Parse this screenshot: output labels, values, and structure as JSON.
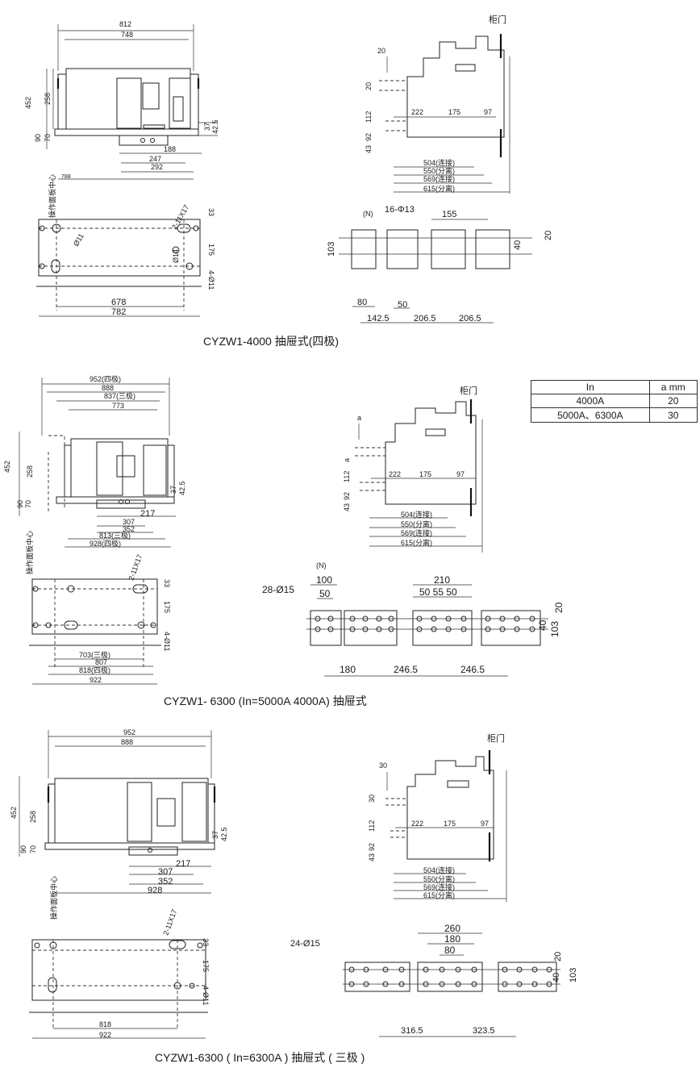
{
  "diagrams": [
    {
      "title": "CYZW1-4000   抽屉式(四极)",
      "front_view": {
        "width_overall": "812",
        "width_inner": "748",
        "height_total": "452",
        "height_upper": "258",
        "height_90": "90",
        "height_70": "70",
        "dim_37": "37",
        "dim_42_5": "42.5",
        "dim_188": "188",
        "dim_247": "247",
        "dim_292": "292",
        "dim_788": "788",
        "panel_center_label": "操作面板中心"
      },
      "mount_view": {
        "slot_label": "2-11X17",
        "hole_left": "Ø11",
        "hole_right": "Ø14",
        "dim_33": "33",
        "dim_175": "175",
        "holes_bottom": "4-Ø11",
        "width_678": "678",
        "width_782": "782"
      },
      "side_view": {
        "door_label": "柜门",
        "dim_20_top": "20",
        "dim_20_left": "20",
        "dim_112": "112",
        "dim_43": "43",
        "dim_92": "92",
        "dim_222": "222",
        "dim_175": "175",
        "dim_97": "97",
        "dim_504": "504(连接)",
        "dim_550": "550(分离)",
        "dim_569": "569(连接)",
        "dim_615": "615(分离)"
      },
      "terminal_view": {
        "neutral_label": "(N)",
        "holes_label": "16-Φ13",
        "dim_155": "155",
        "dim_20": "20",
        "dim_103": "103",
        "dim_40": "40",
        "dim_80": "80",
        "dim_50": "50",
        "dim_142_5": "142.5",
        "dim_206_5_a": "206.5",
        "dim_206_5_b": "206.5"
      }
    },
    {
      "title": "CYZW1- 6300 (In=5000A  4000A)  抽屉式",
      "front_view": {
        "width_952": "952(四极)",
        "width_888": "888",
        "width_837": "837(三极)",
        "width_773": "773",
        "height_total": "452",
        "height_upper": "258",
        "height_90": "90",
        "height_70": "70",
        "dim_37": "37",
        "dim_42_5": "42.5",
        "dim_217": "217",
        "dim_307": "307",
        "dim_352": "352",
        "dim_813": "813(三极)",
        "dim_928": "928(四极)",
        "panel_center_label": "操作面板中心"
      },
      "mount_view": {
        "slot_label": "2-11X17",
        "dim_33": "33",
        "dim_175": "175",
        "holes_bottom": "4-Ø11",
        "width_703": "703(三极)",
        "width_807": "807",
        "width_818": "818(四极)",
        "width_922": "922"
      },
      "side_view": {
        "door_label": "柜门",
        "dim_a_top": "a",
        "dim_a_left": "a",
        "dim_112": "112",
        "dim_43": "43",
        "dim_92": "92",
        "dim_222": "222",
        "dim_175": "175",
        "dim_97": "97",
        "dim_504": "504(连接)",
        "dim_550": "550(分离)",
        "dim_569": "569(连接)",
        "dim_615": "615(分离)"
      },
      "terminal_view": {
        "neutral_label": "(N)",
        "holes_label": "28-Ø15",
        "dim_100": "100",
        "dim_50": "50",
        "dim_210": "210",
        "dim_50_55_50": "50  55 50",
        "dim_20": "20",
        "dim_40": "40",
        "dim_103": "103",
        "dim_180": "180",
        "dim_246_5_a": "246.5",
        "dim_246_5_b": "246.5"
      }
    },
    {
      "title": "CYZW1-6300 ( In=6300A ) 抽屉式 ( 三极 )",
      "front_view": {
        "width_952": "952",
        "width_888": "888",
        "height_total": "452",
        "height_upper": "258",
        "height_90": "90",
        "height_70": "70",
        "dim_37": "37",
        "dim_42_5": "42.5",
        "dim_217": "217",
        "dim_307": "307",
        "dim_352": "352",
        "dim_928": "928",
        "panel_center_label": "操作面板中心"
      },
      "mount_view": {
        "slot_label": "2-11X17",
        "dim_33": "33",
        "dim_175": "175",
        "holes_bottom": "4-Ø11",
        "width_818": "818",
        "width_922": "922"
      },
      "side_view": {
        "door_label": "柜门",
        "dim_30_top": "30",
        "dim_30_left": "30",
        "dim_112": "112",
        "dim_43": "43",
        "dim_92": "92",
        "dim_222": "222",
        "dim_175": "175",
        "dim_97": "97",
        "dim_504": "504(连接)",
        "dim_550": "550(分离)",
        "dim_569": "569(连接)",
        "dim_615": "615(分离)"
      },
      "terminal_view": {
        "holes_label": "24-Ø15",
        "dim_260": "260",
        "dim_180": "180",
        "dim_80": "80",
        "dim_20": "20",
        "dim_40": "40",
        "dim_103": "103",
        "dim_316_5": "316.5",
        "dim_323_5": "323.5"
      }
    }
  ],
  "a_table": {
    "headers": [
      "In",
      "a mm"
    ],
    "rows": [
      [
        "4000A",
        "20"
      ],
      [
        "5000A、6300A",
        "30"
      ]
    ]
  }
}
